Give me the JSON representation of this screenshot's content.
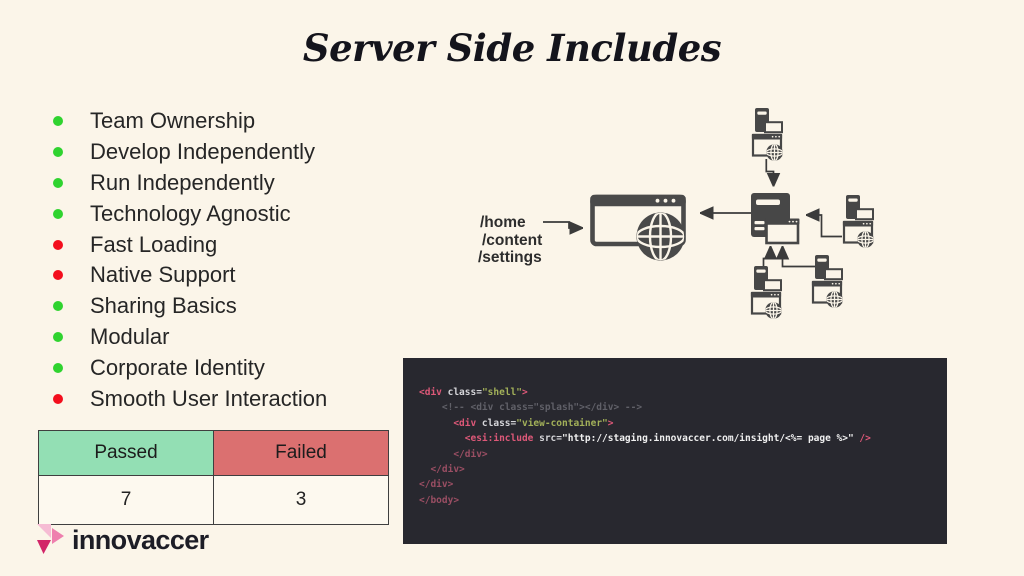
{
  "slide": {
    "title": "Server Side Includes"
  },
  "bullets": [
    {
      "label": "Team Ownership",
      "status": "pass"
    },
    {
      "label": "Develop Independently",
      "status": "pass"
    },
    {
      "label": "Run Independently",
      "status": "pass"
    },
    {
      "label": "Technology Agnostic",
      "status": "pass"
    },
    {
      "label": "Fast Loading",
      "status": "fail"
    },
    {
      "label": "Native Support",
      "status": "fail"
    },
    {
      "label": "Sharing Basics",
      "status": "pass"
    },
    {
      "label": "Modular",
      "status": "pass"
    },
    {
      "label": "Corporate Identity",
      "status": "pass"
    },
    {
      "label": "Smooth User Interaction",
      "status": "fail"
    }
  ],
  "status_colors": {
    "pass": "#2fd32f",
    "fail": "#f30e1d"
  },
  "results_table": {
    "columns": [
      {
        "label": "Passed",
        "bg": "#93dfb4"
      },
      {
        "label": "Failed",
        "bg": "#db7070"
      }
    ],
    "values": [
      "7",
      "3"
    ]
  },
  "diagram": {
    "routes": [
      "/home",
      "/content",
      "/settings"
    ],
    "icons": [
      "browser-window-icon",
      "globe-icon",
      "server-tower-icon"
    ]
  },
  "code_panel": {
    "background": "#28282f",
    "palette": {
      "tag": "#dd5878",
      "attr": "#d6d6da",
      "val": "#a2b059",
      "com": "#606068",
      "str": "#f0f0f0",
      "dim": "#9a4e63"
    },
    "lines": [
      [
        [
          "tag",
          "<div"
        ],
        [
          "attr",
          " class="
        ],
        [
          "val",
          "\"shell\""
        ],
        [
          "tag",
          ">"
        ]
      ],
      [
        [
          "com",
          "    <!-- <div class=\"splash\"></div> -->"
        ]
      ],
      [
        [
          "tag",
          "      <div"
        ],
        [
          "attr",
          " class="
        ],
        [
          "val",
          "\"view-container\""
        ],
        [
          "tag",
          ">"
        ]
      ],
      [
        [
          "tag",
          "        <esi:include"
        ],
        [
          "attr",
          " src="
        ],
        [
          "str",
          "\"http://staging.innovaccer.com/insight/<%= page %>\""
        ],
        [
          "tag",
          " />"
        ]
      ],
      [
        [
          "dim",
          "      </div>"
        ]
      ],
      [
        [
          "dim",
          "  </div>"
        ]
      ],
      [
        [
          "dim",
          "</div>"
        ]
      ],
      [
        [
          "dim",
          "</body>"
        ]
      ]
    ]
  },
  "logo": {
    "wordmark": "innovaccer"
  }
}
